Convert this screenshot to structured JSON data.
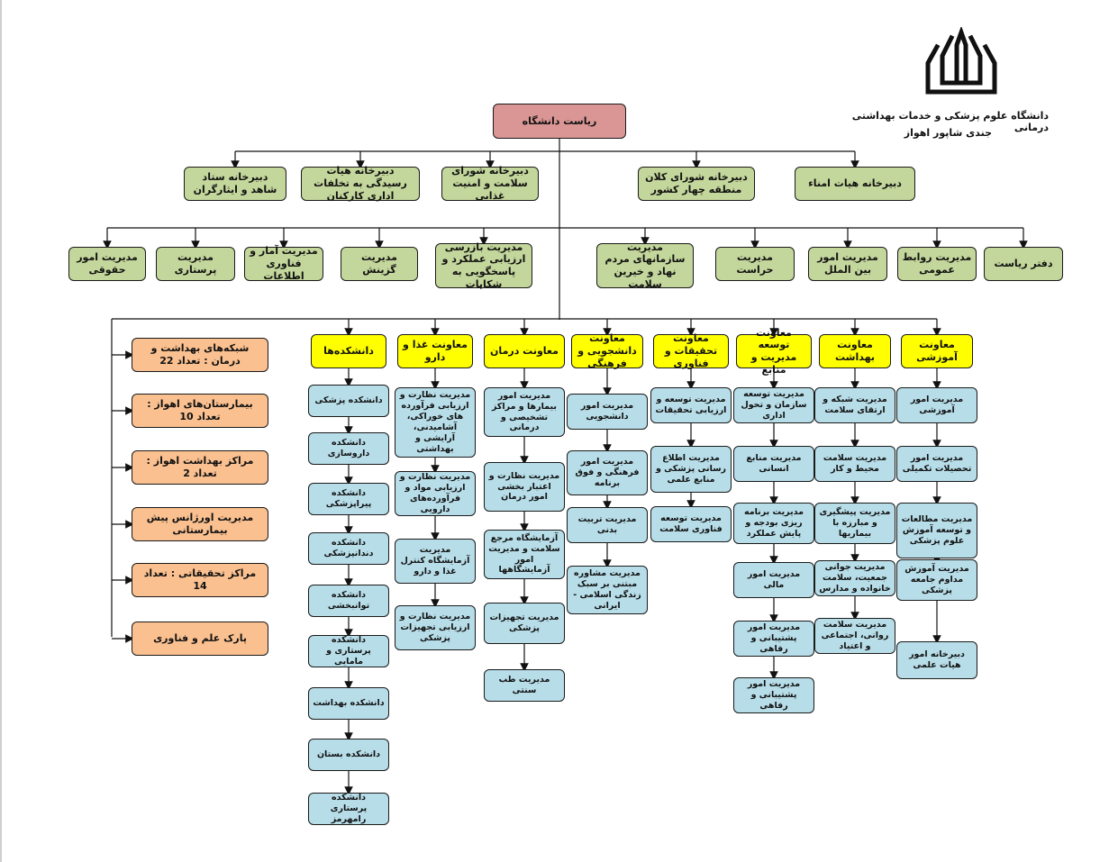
{
  "header": {
    "university_line1": "دانشگاه علوم پزشکی و خدمات بهداشتی درمانی",
    "university_line2": "جندی شاپور اهواز",
    "logo_icon": "university-logo"
  },
  "root": "ریاست دانشگاه",
  "councils": [
    "دبیرخانه هیات امناء",
    "دبیرخانه شورای کلان منطقه چهار کشور",
    "دبیرخانه شورای سلامت و امنیت غذایی",
    "دبیرخانه هیات رسیدگی به تخلفات اداری کارکنان",
    "دبیرخانه ستاد شاهد و ایثارگران"
  ],
  "offices": [
    "دفتر ریاست",
    "مدیریت روابط عمومی",
    "مدیریت امور بین الملل",
    "مدیریت حراست",
    "مدیریت سازمانهای مردم نهاد و خیرین سلامت",
    "مدیریت بازرسی ارزیابی عملکرد و پاسخگویی به شکایات",
    "مدیریت گزینش",
    "مدیریت آمار و فناوری اطلاعات",
    "مدیریت پرستاری",
    "مدیریت امور حقوقی"
  ],
  "deputies": [
    {
      "title": "معاونت آموزشی",
      "items": [
        "مدیریت امور آموزشی",
        "مدیریت امور تحصیلات تکمیلی",
        "مدیریت مطالعات و توسعه آموزش علوم پزشکی",
        "مدیریت آموزش مداوم جامعه پزشکی",
        "دبیرخانه امور هیات علمی"
      ]
    },
    {
      "title": "معاونت بهداشت",
      "items": [
        "مدیریت شبکه و ارتقای سلامت",
        "مدیریت سلامت محیط و کار",
        "مدیریت پیشگیری و مبارزه با بیماریها",
        "مدیریت جوانی جمعیت، سلامت خانواده و مدارس",
        "مدیریت سلامت روانی، اجتماعی و اعتیاد"
      ]
    },
    {
      "title": "معاونت توسعه مدیریت و منابع",
      "items": [
        "مدیریت توسعه سازمان و تحول اداری",
        "مدیریت منابع انسانی",
        "مدیریت برنامه ریزی بودجه و پایش عملکرد",
        "مدیریت امور مالی",
        "مدیریت امور پشتیبانی و رفاهی",
        "مدیریت امور پشتیبانی و رفاهی"
      ]
    },
    {
      "title": "معاونت تحقیقات و فناوری",
      "items": [
        "مدیریت توسعه و ارزیابی تحقیقات",
        "مدیریت اطلاع رسانی پزشکی و منابع علمی",
        "مدیریت توسعه فناوری سلامت"
      ]
    },
    {
      "title": "معاونت دانشجویی و فرهنگی",
      "items": [
        "مدیریت امور دانشجویی",
        "مدیریت امور فرهنگی و فوق برنامه",
        "مدیریت تربیت بدنی",
        "مدیریت مشاوره مبتنی بر سبک زندگی اسلامی - ایرانی"
      ]
    },
    {
      "title": "معاونت درمان",
      "items": [
        "مدیریت امور بیمارها و مراکز تشخیصی و درمانی",
        "مدیریت نظارت و اعتبار بخشی امور درمان",
        "آزمایشگاه مرجع سلامت و مدیریت امور آزمایشگاهها",
        "مدیریت تجهیزات پزشکی",
        "مدیریت طب سنتی"
      ]
    },
    {
      "title": "معاونت غذا و دارو",
      "items": [
        "مدیریت نظارت و ارزیابی فرآورده های خوراکی، آشامیدنی، آرایشی و بهداشتی",
        "مدیریت نظارت و ارزیابی مواد و فرآورده‌های دارویی",
        "مدیریت آزمایشگاه کنترل غذا و دارو",
        "مدیریت نظارت و ارزیابی تجهیزات پزشکی"
      ]
    },
    {
      "title": "دانشکده‌ها",
      "items": [
        "دانشکده پزشکی",
        "دانشکده داروسازی",
        "دانشکده پیراپزشکی",
        "دانشکده دندانپزشکی",
        "دانشکده توانبخشی",
        "دانشکده پرستاری و مامایی",
        "دانشکده بهداشت",
        "دانشکده بستان",
        "دانشکده پرستاری رامهرمز"
      ]
    }
  ],
  "stats": [
    "شبکه‌های بهداشت و درمان : تعداد 22",
    "بیمارستان‌های اهواز : تعداد 10",
    "مراکز بهداشت اهواز : تعداد 2",
    "مدیریت اورژانس پیش بیمارستانی",
    "مراکز تحقیقاتی : تعداد 14",
    "پارک علم و فناوری"
  ]
}
